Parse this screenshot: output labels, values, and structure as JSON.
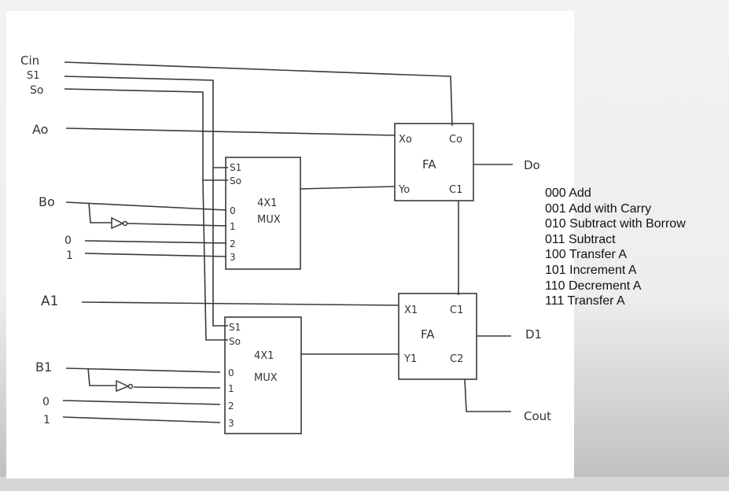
{
  "labels": {
    "cin": "Cin",
    "s1": "S1",
    "s0": "So",
    "a0": "Ao",
    "b0": "Bo",
    "a1": "A1",
    "b1": "B1",
    "zero": "0",
    "one": "1",
    "d0": "Do",
    "d1": "D1",
    "cout": "Cout"
  },
  "mux": {
    "name": "4X1",
    "name2": "MUX",
    "s1": "S1",
    "s0": "So",
    "in0": "0",
    "in1": "1",
    "in2": "2",
    "in3": "3"
  },
  "fa0": {
    "name": "FA",
    "x": "Xo",
    "y": "Yo",
    "cin": "Co",
    "cout": "C1"
  },
  "fa1": {
    "name": "FA",
    "x": "X1",
    "y": "Y1",
    "cin": "C1",
    "cout": "C2"
  },
  "legend": [
    "000 Add",
    "001 Add with Carry",
    "010 Subtract with Borrow",
    "011 Subtract",
    "100 Transfer A",
    "101 Increment A",
    "110 Decrement A",
    "111 Transfer A"
  ],
  "colors": {
    "paper": "#ffffff",
    "ink": "#3a3a3a",
    "background": "#e9e9e9"
  }
}
